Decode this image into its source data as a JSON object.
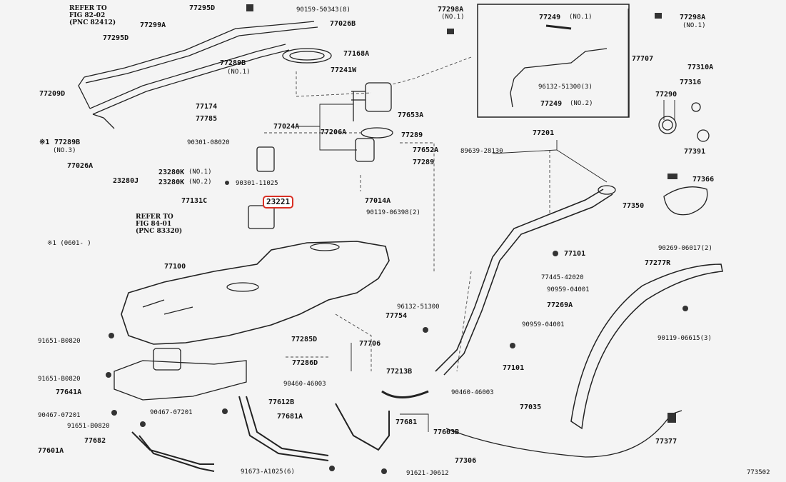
{
  "labels": {
    "p77295D_a": "77295D",
    "p90159": "90159-50343(8)",
    "p77298A_a": "77298A",
    "p77298A_a_sub": "(NO.1)",
    "p77249_n1": "77249",
    "p77249_n1_sub": "(NO.1)",
    "p77298A_b": "77298A",
    "p77298A_b_sub": "(NO.1)",
    "p77299A": "77299A",
    "p77026B": "77026B",
    "p77295D_b": "77295D",
    "p77168A": "77168A",
    "p77289B_a": "77289B",
    "p77289B_a_sub": "(NO.1)",
    "p77241W": "77241W",
    "p77707": "77707",
    "p77310A": "77310A",
    "p77316": "77316",
    "p77290": "77290",
    "p96132_a": "96132-51300(3)",
    "p77249_n2": "77249",
    "p77249_n2_sub": "(NO.2)",
    "p77209D": "77209D",
    "p77174": "77174",
    "p77785": "77785",
    "p77653A": "77653A",
    "p77024A": "77024A",
    "p77206A": "77206A",
    "p77289_a": "77289",
    "p77201": "77201",
    "p77391": "77391",
    "p77289B_b": "77289B",
    "p77289B_b_sub": "(NO.3)",
    "p77026A": "77026A",
    "p90301_08020": "90301-08020",
    "p77652A": "77652A",
    "p77289_b": "77289",
    "p89639": "89639-28130",
    "p23280K_1": "23280K",
    "p23280K_1_sub": "(NO.1)",
    "p23280J": "23280J",
    "p23280K_2": "23280K",
    "p23280K_2_sub": "(NO.2)",
    "p90301_11025": "90301-11025",
    "p77366": "77366",
    "p23221": "23221",
    "p77131C": "77131C",
    "p77014A": "77014A",
    "p90119_06398": "90119-06398(2)",
    "p77350": "77350",
    "p90269": "90269-06017(2)",
    "p77101_a": "77101",
    "p77100": "77100",
    "p77445": "77445-42020",
    "p90959_a": "90959-04001",
    "p77277R": "77277R",
    "p77269A": "77269A",
    "p96132_b": "96132-51300",
    "p77754": "77754",
    "p90959_b": "90959-04001",
    "p90119_06615": "90119-06615(3)",
    "p91651_a": "91651-B0820",
    "p77285D": "77285D",
    "p77706": "77706",
    "p77286D": "77286D",
    "p77101_b": "77101",
    "p91651_b": "91651-B0820",
    "p77213B": "77213B",
    "p90460_a": "90460-46003",
    "p77641A": "77641A",
    "p90460_b": "90460-46003",
    "p77035": "77035",
    "p77612B": "77612B",
    "p90467_a": "90467-07201",
    "p90467_b": "90467-07201",
    "p77681A": "77681A",
    "p77681": "77681",
    "p91651_c": "91651-B0820",
    "p77603B": "77603B",
    "p77682": "77682",
    "p77601A": "77601A",
    "p77377": "77377",
    "p77306": "77306",
    "p91673": "91673-A1025(6)",
    "p91621": "91621-J0612",
    "p773502": "773502",
    "note": "※1 (0601-    )",
    "note_star": "※1"
  },
  "refs": {
    "ref1": "REFER TO\nFIG 82-02\n(PNC 82412)",
    "ref2": "REFER TO\nFIG 84-01\n(PNC 83320)"
  }
}
